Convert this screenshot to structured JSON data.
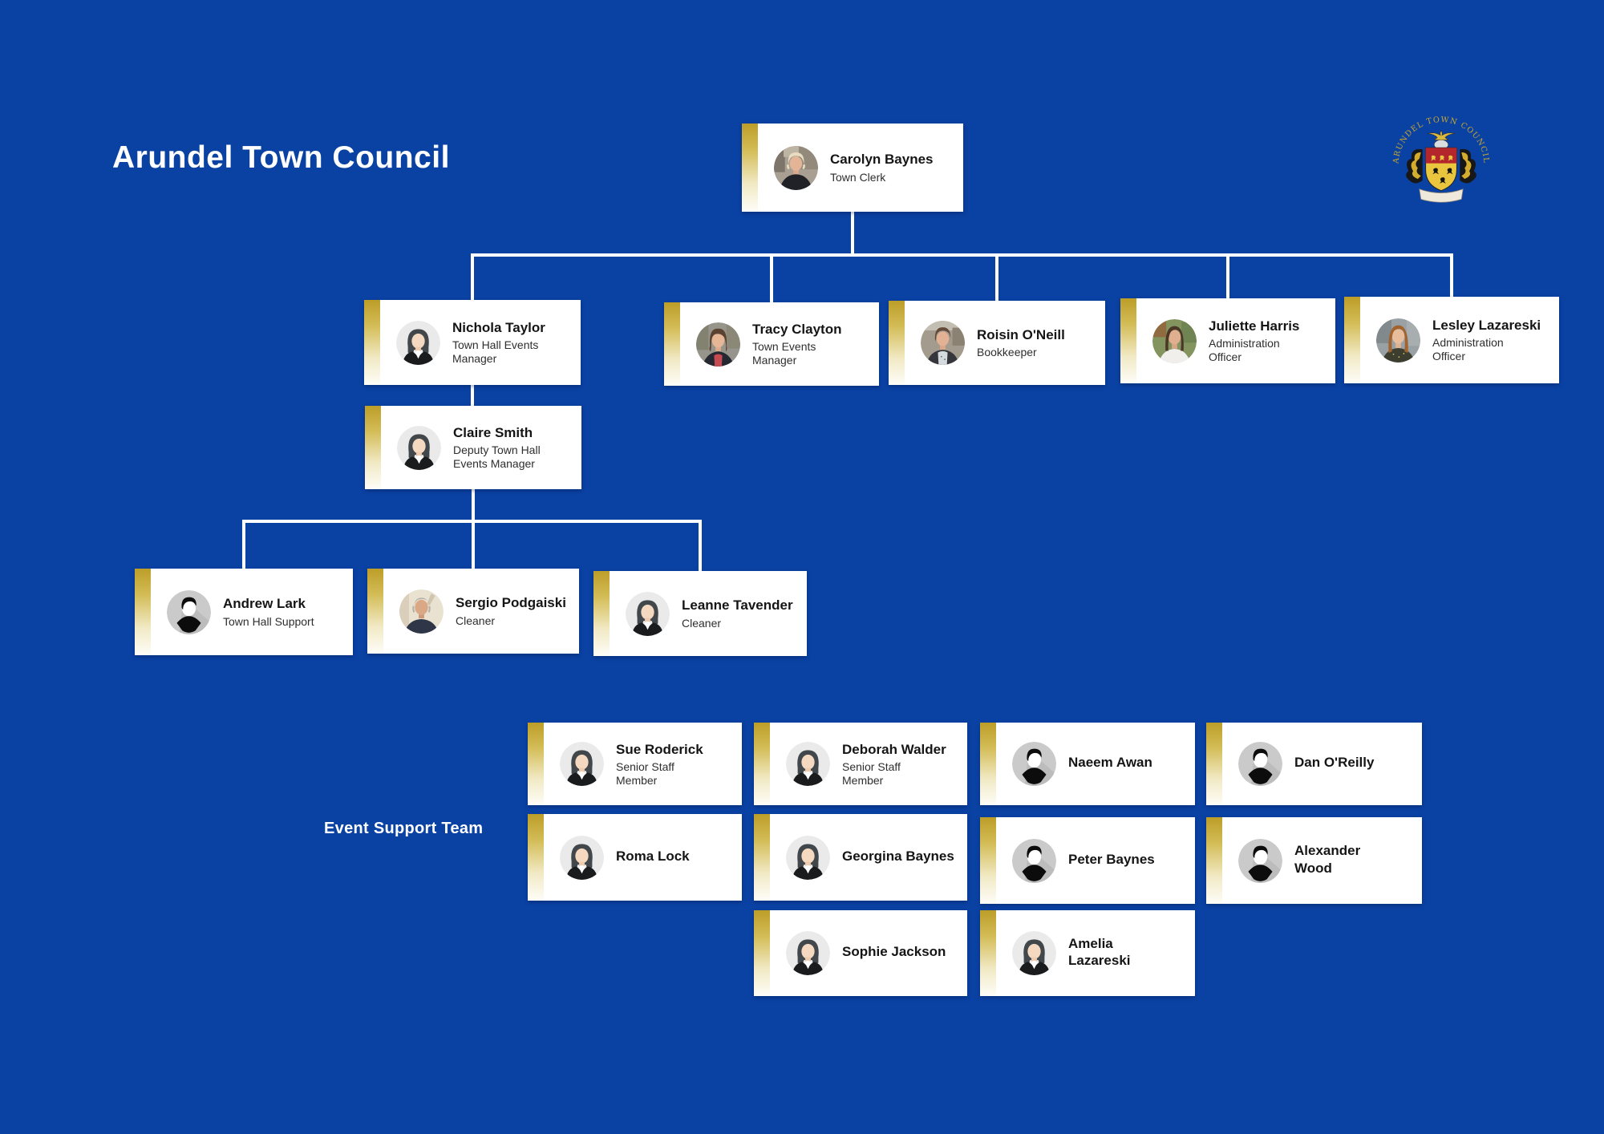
{
  "page": {
    "title": "Arundel Town Council",
    "team_label": "Event Support Team",
    "background_color": "#0A42A4",
    "accent_gold": "#BC9D28",
    "connector_color": "#FFFFFF"
  },
  "logo": {
    "arc_text": "ARUNDEL TOWN COUNCIL"
  },
  "cards": {
    "carolyn": {
      "name": "Carolyn Baynes",
      "title": "Town Clerk",
      "avatar": "#av-photo-carolyn"
    },
    "nichola": {
      "name": "Nichola Taylor",
      "title": "Town Hall Events\nManager",
      "avatar": "#av-illus-female"
    },
    "tracy": {
      "name": "Tracy Clayton",
      "title": "Town Events\nManager",
      "avatar": "#av-photo-tracy"
    },
    "roisin": {
      "name": "Roisin O'Neill",
      "title": "Bookkeeper",
      "avatar": "#av-photo-roisin"
    },
    "juliette": {
      "name": "Juliette Harris",
      "title": "Administration\nOfficer",
      "avatar": "#av-photo-juliette"
    },
    "lesley": {
      "name": "Lesley Lazareski",
      "title": "Administration\nOfficer",
      "avatar": "#av-photo-lesley"
    },
    "claire": {
      "name": "Claire Smith",
      "title": "Deputy Town Hall\nEvents Manager",
      "avatar": "#av-illus-female"
    },
    "andrew": {
      "name": "Andrew Lark",
      "title": "Town Hall Support",
      "avatar": "#av-sil-male"
    },
    "sergio": {
      "name": "Sergio Podgaiski",
      "title": "Cleaner",
      "avatar": "#av-photo-sergio"
    },
    "leanne": {
      "name": "Leanne Tavender",
      "title": "Cleaner",
      "avatar": "#av-illus-female"
    },
    "sue": {
      "name": "Sue Roderick",
      "title": "Senior Staff\nMember",
      "avatar": "#av-illus-female"
    },
    "deborah": {
      "name": "Deborah Walder",
      "title": "Senior Staff\nMember",
      "avatar": "#av-illus-female"
    },
    "naeem": {
      "name": "Naeem Awan",
      "avatar": "#av-sil-male"
    },
    "dan": {
      "name": "Dan O'Reilly",
      "avatar": "#av-sil-male"
    },
    "roma": {
      "name": "Roma Lock",
      "avatar": "#av-illus-female"
    },
    "georgina": {
      "name": "Georgina Baynes",
      "avatar": "#av-illus-female"
    },
    "peter": {
      "name": "Peter Baynes",
      "avatar": "#av-sil-male"
    },
    "alexander": {
      "name": "Alexander\nWood",
      "avatar": "#av-sil-male"
    },
    "sophie": {
      "name": "Sophie Jackson",
      "avatar": "#av-illus-female"
    },
    "amelia": {
      "name": "Amelia\nLazareski",
      "avatar": "#av-illus-female"
    }
  },
  "hierarchy": {
    "root": "Carolyn Baynes",
    "reports": {
      "Carolyn Baynes": [
        "Nichola Taylor",
        "Tracy Clayton",
        "Roisin O'Neill",
        "Juliette Harris",
        "Lesley Lazareski"
      ],
      "Nichola Taylor": [
        "Claire Smith"
      ],
      "Claire Smith": [
        "Andrew Lark",
        "Sergio Podgaiski",
        "Leanne Tavender"
      ]
    },
    "event_support_team": [
      "Sue Roderick",
      "Deborah Walder",
      "Naeem Awan",
      "Dan O'Reilly",
      "Roma Lock",
      "Georgina Baynes",
      "Peter Baynes",
      "Alexander Wood",
      "Sophie Jackson",
      "Amelia Lazareski"
    ]
  }
}
